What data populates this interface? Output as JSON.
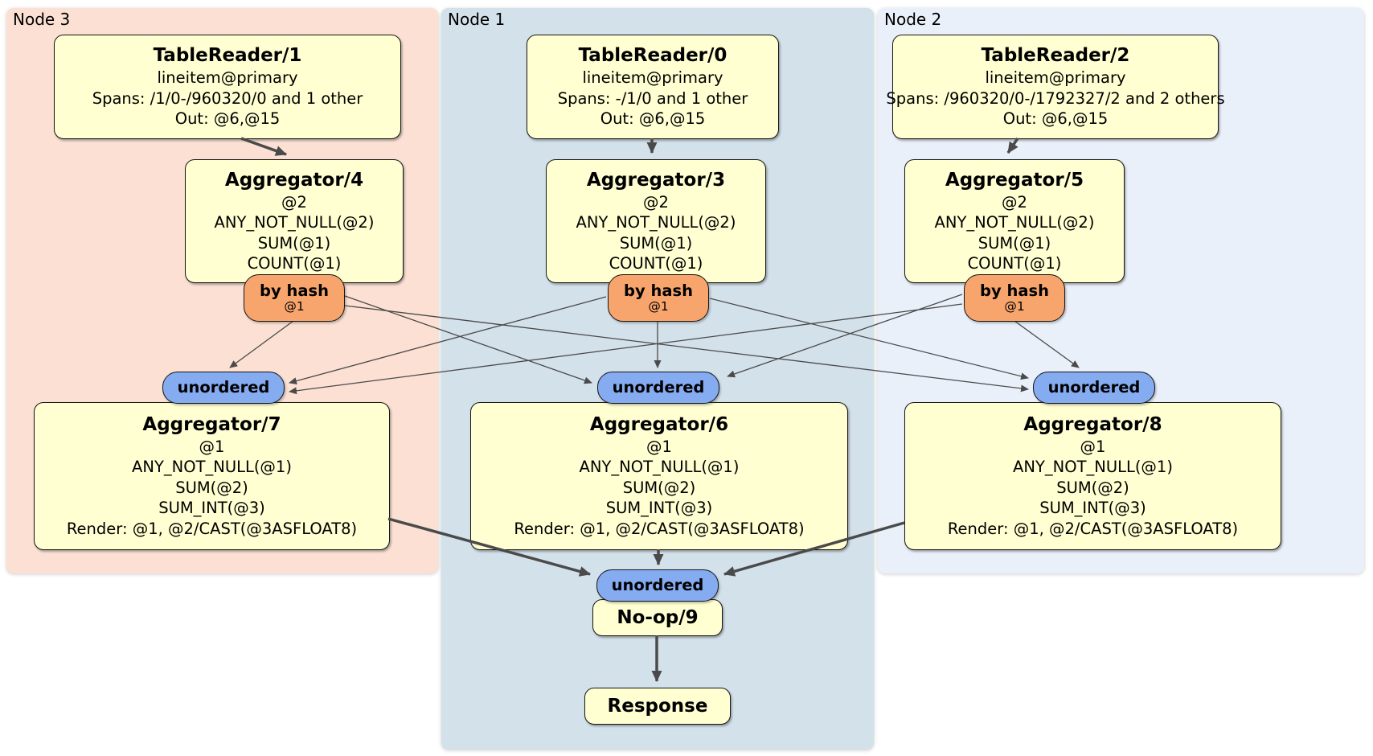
{
  "groups": {
    "node3": {
      "label": "Node 3",
      "bg": "#fbe0d3"
    },
    "node1": {
      "label": "Node 1",
      "bg": "#d3e1ea"
    },
    "node2": {
      "label": "Node 2",
      "bg": "#eaf0fa"
    }
  },
  "processors": {
    "tr1": {
      "title": "TableReader/1",
      "lines": [
        "lineitem@primary",
        "Spans: /1/0-/960320/0 and 1 other",
        "Out: @6,@15"
      ]
    },
    "tr0": {
      "title": "TableReader/0",
      "lines": [
        "lineitem@primary",
        "Spans: -/1/0 and 1 other",
        "Out: @6,@15"
      ]
    },
    "tr2": {
      "title": "TableReader/2",
      "lines": [
        "lineitem@primary",
        "Spans: /960320/0-/1792327/2 and 2 others",
        "Out: @6,@15"
      ]
    },
    "agg4": {
      "title": "Aggregator/4",
      "lines": [
        "@2",
        "ANY_NOT_NULL(@2)",
        "SUM(@1)",
        "COUNT(@1)"
      ]
    },
    "agg3": {
      "title": "Aggregator/3",
      "lines": [
        "@2",
        "ANY_NOT_NULL(@2)",
        "SUM(@1)",
        "COUNT(@1)"
      ]
    },
    "agg5": {
      "title": "Aggregator/5",
      "lines": [
        "@2",
        "ANY_NOT_NULL(@2)",
        "SUM(@1)",
        "COUNT(@1)"
      ]
    },
    "agg7": {
      "title": "Aggregator/7",
      "lines": [
        "@1",
        "ANY_NOT_NULL(@1)",
        "SUM(@2)",
        "SUM_INT(@3)",
        "Render: @1, @2/CAST(@3ASFLOAT8)"
      ]
    },
    "agg6": {
      "title": "Aggregator/6",
      "lines": [
        "@1",
        "ANY_NOT_NULL(@1)",
        "SUM(@2)",
        "SUM_INT(@3)",
        "Render: @1, @2/CAST(@3ASFLOAT8)"
      ]
    },
    "agg8": {
      "title": "Aggregator/8",
      "lines": [
        "@1",
        "ANY_NOT_NULL(@1)",
        "SUM(@2)",
        "SUM_INT(@3)",
        "Render: @1, @2/CAST(@3ASFLOAT8)"
      ]
    },
    "noop": {
      "title": "No-op/9"
    },
    "response": {
      "title": "Response"
    }
  },
  "routers": {
    "by_hash_label": "by hash",
    "by_hash_detail": "@1",
    "unordered_label": "unordered"
  },
  "colors": {
    "processor_box": "#ffffd2",
    "hash_router": "#f7a56d",
    "unordered_router": "#85abf0",
    "node3_bg": "#fbe0d3",
    "node1_bg": "#d3e1ea",
    "node2_bg": "#eaf0fa",
    "edge": "#4a4a4a"
  }
}
